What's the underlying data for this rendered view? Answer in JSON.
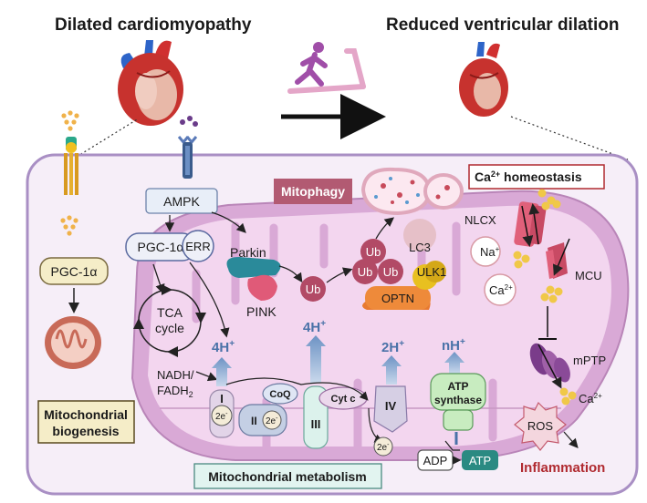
{
  "header": {
    "left_title": "Dilated cardiomyopathy",
    "right_title": "Reduced ventricular dilation"
  },
  "labels": {
    "ampk": "AMPK",
    "pgc1a_mito": "PGC-1α",
    "err": "ERR",
    "pgc1a_left": "PGC-1α",
    "tca": "TCA",
    "cycle": "cycle",
    "nadh": "NADH/",
    "fadh": "FADH",
    "fadh_sub": "2",
    "parkin": "Parkin",
    "pink": "PINK",
    "mitophagy": "Mitophagy",
    "ub": "Ub",
    "lc3": "LC3",
    "ulk1": "ULK1",
    "optn": "OPTN",
    "ca_homeostasis": "Ca",
    "ca_homeostasis_sup": "2+",
    "ca_homeostasis_rest": " homeostasis",
    "nlcx": "NLCX",
    "na": "Na",
    "na_sup": "+",
    "ca": "Ca",
    "ca_sup": "2+",
    "mcu": "MCU",
    "mptp": "mPTP",
    "ros": "ROS",
    "inflammation": "Inflammation",
    "proton_4h_a": "4H",
    "proton_4h_b": "4H",
    "proton_2h": "2H",
    "proton_nh": "nH",
    "proton_sup": "+",
    "complex_i": "I",
    "complex_ii": "II",
    "complex_iii": "III",
    "complex_iv": "IV",
    "coq": "CoQ",
    "cytc": "Cyt c",
    "electron": "2e",
    "electron_sup": "-",
    "atp_synthase_1": "ATP",
    "atp_synthase_2": "synthase",
    "adp": "ADP",
    "atp": "ATP",
    "mito_biogenesis_1": "Mitochondrial",
    "mito_biogenesis_2": "biogenesis",
    "mito_metabolism": "Mitochondrial metabolism"
  },
  "colors": {
    "cell_fill": "#f6eef8",
    "cell_stroke": "#a98fc4",
    "mito_outer": "#d9a9d6",
    "mito_inner": "#f3d6ef",
    "proton_blue": "#4a72a8",
    "ca_red": "#b02a30"
  }
}
